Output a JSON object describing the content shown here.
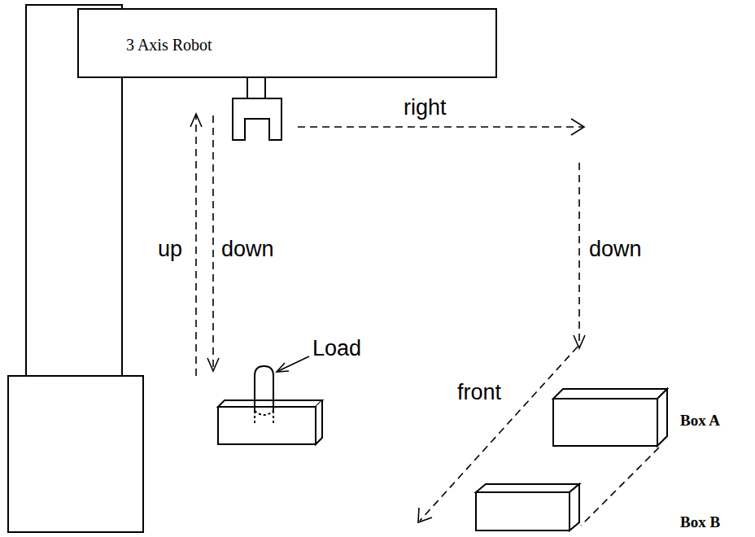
{
  "diagram": {
    "nodes": [
      {
        "text": [
          "3 Axis Robot"
        ]
      }
    ],
    "labels": [
      "right",
      "up",
      "down",
      "down",
      "Load",
      "front",
      "Box A",
      "Box B"
    ]
  }
}
